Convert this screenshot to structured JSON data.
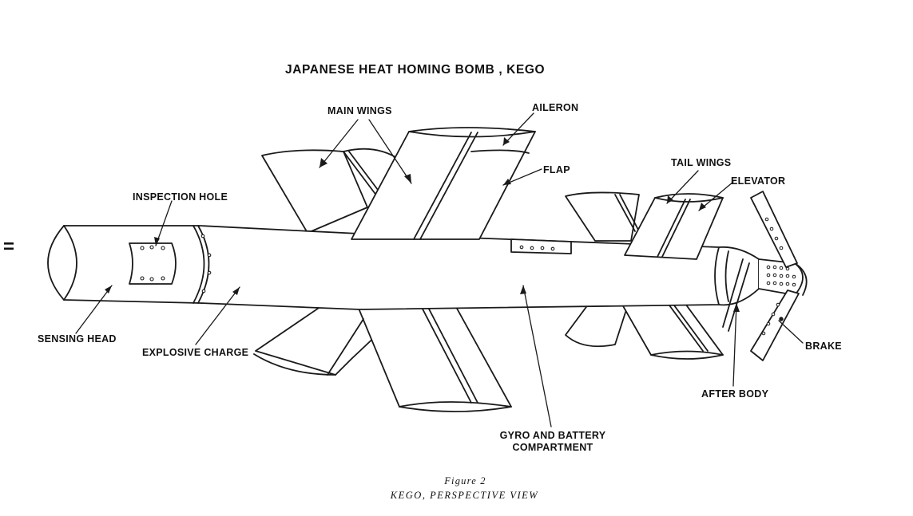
{
  "title": "JAPANESE HEAT HOMING BOMB , KEGO",
  "labels": {
    "main_wings": "MAIN WINGS",
    "aileron": "AILERON",
    "flap": "FLAP",
    "tail_wings": "TAIL WINGS",
    "elevator": "ELEVATOR",
    "inspection_hole": "INSPECTION HOLE",
    "sensing_head": "SENSING HEAD",
    "explosive_charge": "EXPLOSIVE CHARGE",
    "gyro_battery_line1": "GYRO AND BATTERY",
    "gyro_battery_line2": "COMPARTMENT",
    "after_body": "AFTER BODY",
    "brake": "BRAKE"
  },
  "margin_mark": "=",
  "caption": {
    "line1": "Figure 2",
    "line2": "KEGO, PERSPECTIVE VIEW"
  }
}
